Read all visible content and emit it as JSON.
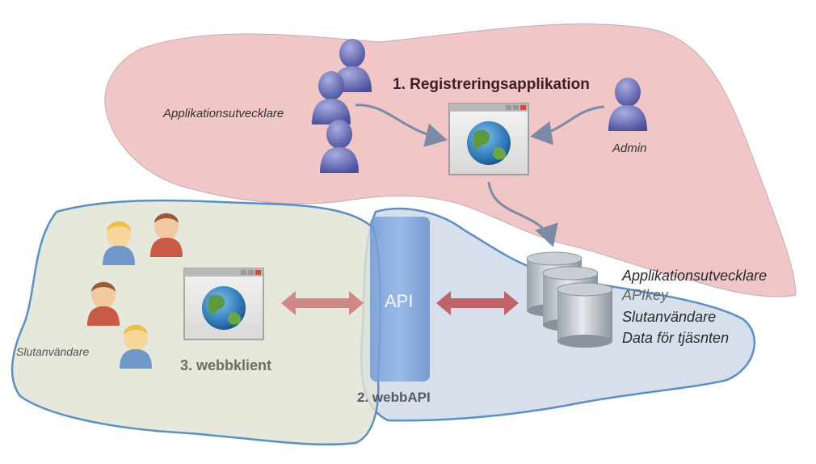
{
  "registration": {
    "title": "1. Registreringsapplikation",
    "developers_label": "Applikationsutvecklare",
    "admin_label": "Admin"
  },
  "webapi": {
    "title": "2. webbAPI",
    "api_label": "API"
  },
  "webclient": {
    "title": "3. webbklient",
    "endusers_label": "Slutanvändare"
  },
  "database": {
    "items": [
      "Applikationsutvecklare",
      "APIkey",
      "Slutanvändare",
      "Data för tjäsnten"
    ]
  },
  "colors": {
    "registration_area": "#f0c6c6",
    "webapi_area": "#cfd9e8",
    "webclient_area": "#dfe3d3",
    "region_border": "#5b8fc7",
    "api_block": "#7fa8dc",
    "double_arrow": "#c96a6a",
    "flow_arrow": "#7c8aa6",
    "person_blue": "#6b71b8"
  },
  "icons": [
    "user-group-icon",
    "admin-user-icon",
    "browser-window-icon",
    "globe-icon",
    "database-icon",
    "end-user-icon"
  ]
}
